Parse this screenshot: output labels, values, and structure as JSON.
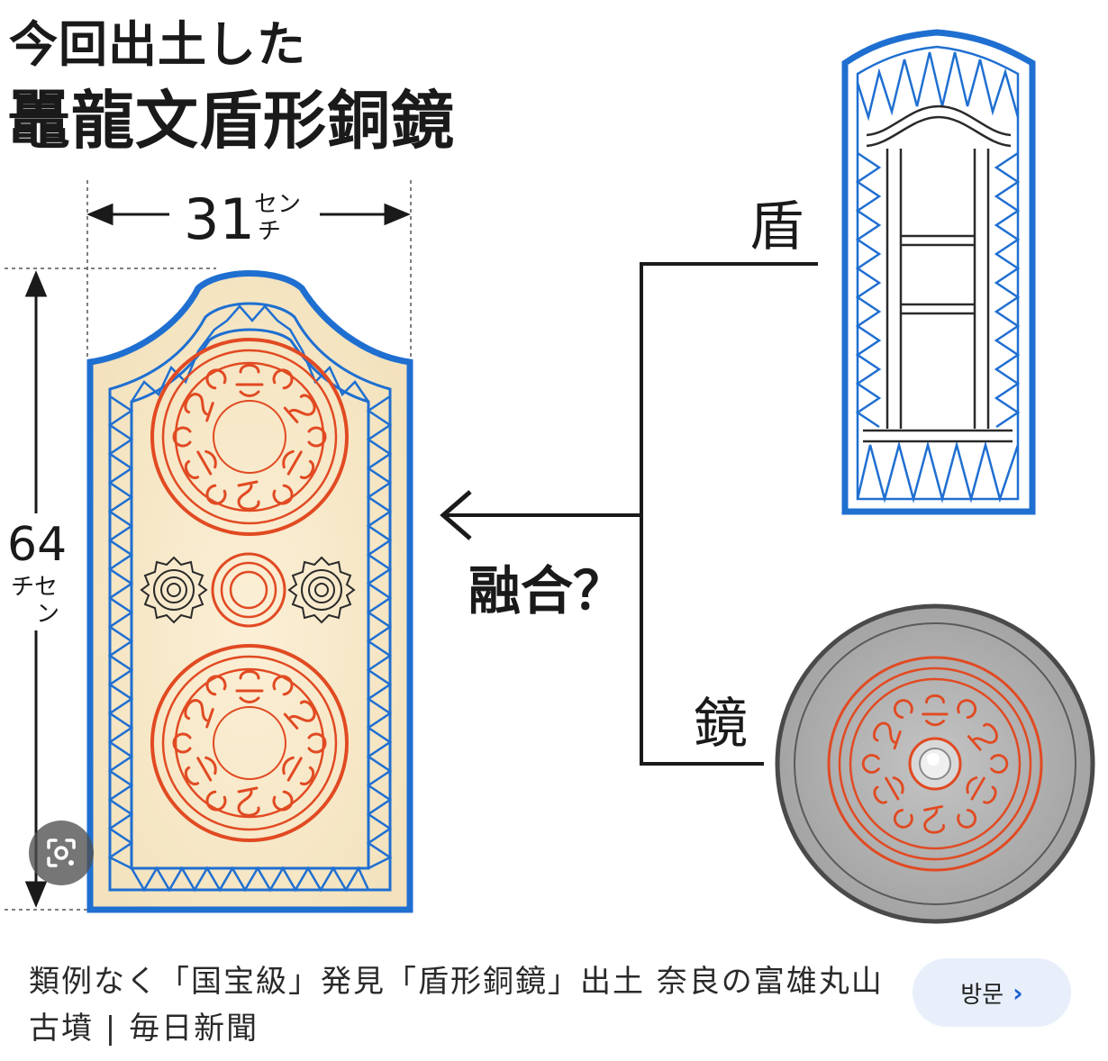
{
  "title": {
    "line1": "今回出土した",
    "line2": "鼉龍文盾形銅鏡"
  },
  "dimensions": {
    "width_value": "31",
    "width_unit_top": "セン",
    "width_unit_bottom": "チ",
    "height_value": "64",
    "height_unit_1": "チセ",
    "height_unit_2": "ン"
  },
  "labels": {
    "shield": "盾",
    "mirror": "鏡",
    "fusion": "融合？"
  },
  "colors": {
    "blue": "#1f6fd1",
    "red": "#e14a22",
    "cream": "#f5e6c4",
    "mirror_gray": "#a9a9a9"
  },
  "icons": {
    "lens": "google-lens-icon",
    "chevron": "chevron-right-icon"
  },
  "caption": {
    "text": "類例なく「国宝級」発見「盾形銅鏡」出土 奈良の富雄丸山古墳 | 毎日新聞"
  },
  "visit_button": {
    "label": "방문",
    "chevron": "›"
  }
}
